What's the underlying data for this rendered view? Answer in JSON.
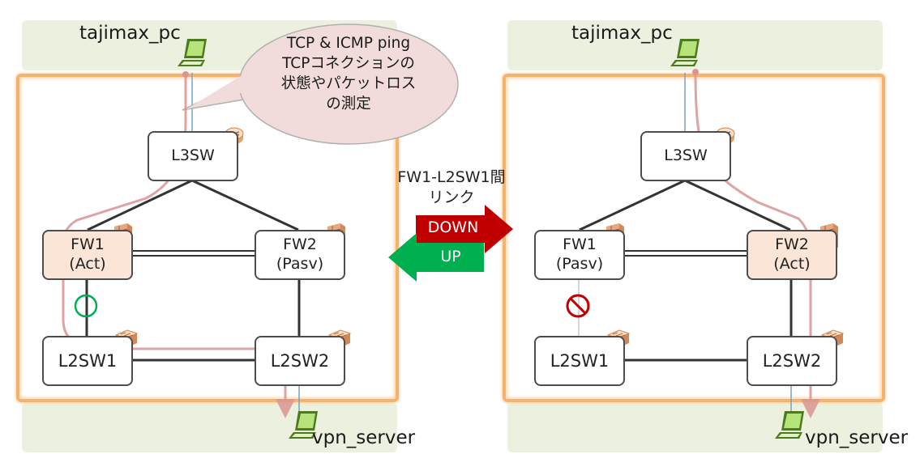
{
  "left_panel": {
    "host_top": "tajimax_pc",
    "host_bottom": "vpn_server",
    "l3sw": "L3SW",
    "fw1": {
      "line1": "FW1",
      "line2": "(Act)"
    },
    "fw2": {
      "line1": "FW2",
      "line2": "(Pasv)"
    },
    "l2sw1": "L2SW1",
    "l2sw2": "L2SW2"
  },
  "right_panel": {
    "host_top": "tajimax_pc",
    "host_bottom": "vpn_server",
    "l3sw": "L3SW",
    "fw1": {
      "line1": "FW1",
      "line2": "(Pasv)"
    },
    "fw2": {
      "line1": "FW2",
      "line2": "(Act)"
    },
    "l2sw1": "L2SW1",
    "l2sw2": "L2SW2"
  },
  "callout": {
    "line1": "TCP & ICMP ping",
    "line2": "TCPコネクションの",
    "line3": "状態やパケットロス",
    "line4": "の測定"
  },
  "transition": {
    "title_line1": "FW1-L2SW1間",
    "title_line2": "リンク",
    "down_label": "DOWN",
    "up_label": "UP"
  },
  "colors": {
    "band": "#ebf1de",
    "frame": "#f7b26b",
    "active_fw": "#fbe5d6",
    "path": "#d99594",
    "down_arrow": "#c00000",
    "up_arrow": "#00b050",
    "ok_mark": "#00b050",
    "ng_mark": "#c00000",
    "bubble": "#f2dcdb"
  }
}
